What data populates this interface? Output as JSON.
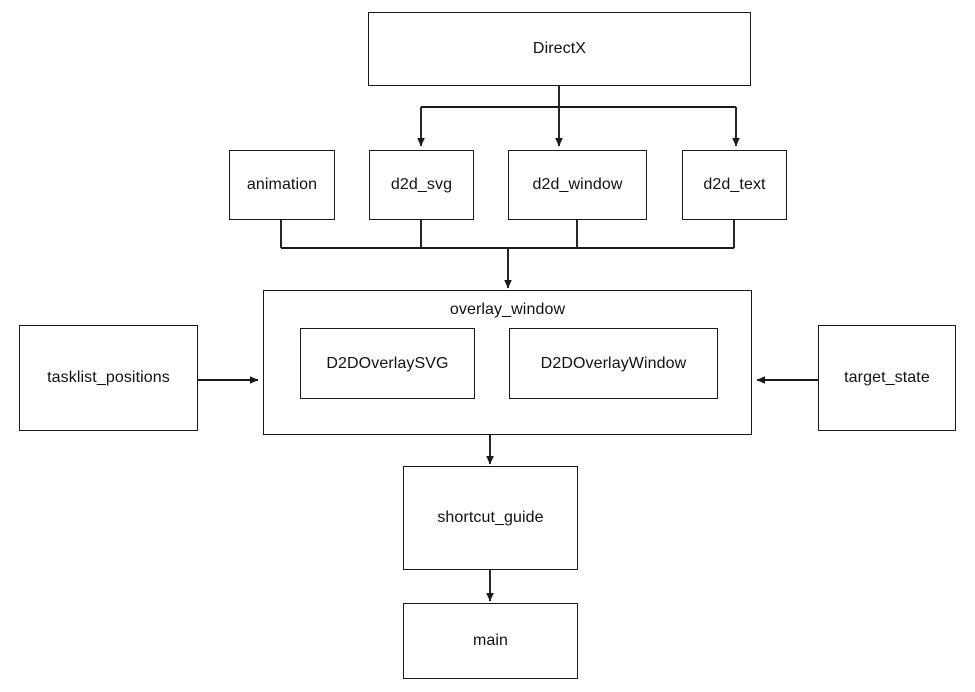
{
  "diagram": {
    "type": "flowchart",
    "title": "",
    "background": "#ffffff",
    "stroke_color": "#1a1a1a",
    "text_color": "#111111",
    "nodes": {
      "directx": {
        "label": "DirectX"
      },
      "animation": {
        "label": "animation"
      },
      "d2d_svg": {
        "label": "d2d_svg"
      },
      "d2d_window": {
        "label": "d2d_window"
      },
      "d2d_text": {
        "label": "d2d_text"
      },
      "overlay_window": {
        "label": "overlay_window"
      },
      "d2d_overlay_svg": {
        "label": "D2DOverlaySVG"
      },
      "d2d_overlay_window": {
        "label": "D2DOverlayWindow"
      },
      "tasklist_positions": {
        "label": "tasklist_positions"
      },
      "target_state": {
        "label": "target_state"
      },
      "shortcut_guide": {
        "label": "shortcut_guide"
      },
      "main": {
        "label": "main"
      }
    },
    "edges": [
      {
        "from": "directx",
        "to": "d2d_svg",
        "arrow": "down"
      },
      {
        "from": "directx",
        "to": "d2d_window",
        "arrow": "down"
      },
      {
        "from": "directx",
        "to": "d2d_text",
        "arrow": "down"
      },
      {
        "from": "animation",
        "to": "overlay_window",
        "arrow": "down"
      },
      {
        "from": "d2d_svg",
        "to": "overlay_window",
        "arrow": "down"
      },
      {
        "from": "d2d_window",
        "to": "overlay_window",
        "arrow": "down"
      },
      {
        "from": "d2d_text",
        "to": "overlay_window",
        "arrow": "down"
      },
      {
        "from": "tasklist_positions",
        "to": "overlay_window",
        "arrow": "right"
      },
      {
        "from": "target_state",
        "to": "overlay_window",
        "arrow": "left"
      },
      {
        "from": "overlay_window",
        "to": "shortcut_guide",
        "arrow": "down"
      },
      {
        "from": "shortcut_guide",
        "to": "main",
        "arrow": "down"
      }
    ]
  }
}
